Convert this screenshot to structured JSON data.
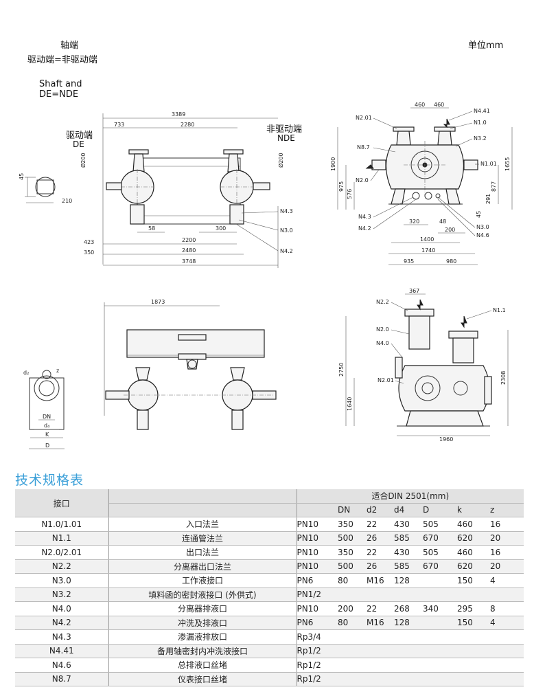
{
  "header": {
    "shaft_cn": "轴端",
    "shaft_eq_cn": "驱动端=非驱动端",
    "shaft_en_1": "Shaft and",
    "shaft_en_2": "DE=NDE",
    "unit": "单位mm"
  },
  "drawing_top_left": {
    "de_cn": "驱动端",
    "de_en": "DE",
    "nde_cn": "非驱动端",
    "nde_en": "NDE",
    "dims": {
      "d3389": "3389",
      "d733": "733",
      "d2280": "2280",
      "d200a": "Ø200",
      "d200b": "Ø200",
      "d45": "45",
      "d210": "210",
      "d58": "58",
      "d300": "300",
      "d423": "423",
      "d2200": "2200",
      "d350": "350",
      "d2480": "2480",
      "d3748": "3748"
    },
    "ports": {
      "n43": "N4.3",
      "n30": "N3.0",
      "n42": "N4.2"
    }
  },
  "drawing_top_right": {
    "dims": {
      "d460a": "460",
      "d460b": "460",
      "d1900": "1900",
      "d975": "975",
      "d576": "576",
      "d1655": "1655",
      "d877": "877",
      "d291": "291",
      "d45": "45",
      "d320": "320",
      "d48": "48",
      "d200": "200",
      "d1400": "1400",
      "d1740": "1740",
      "d935": "935",
      "d980": "980"
    },
    "ports": {
      "n201": "N2.01",
      "n87": "N8.7",
      "n20": "N2.0",
      "n43": "N4.3",
      "n42": "N4.2",
      "n441": "N4.41",
      "n10": "N1.0",
      "n32": "N3.2",
      "n101": "N1.01",
      "n30": "N3.0",
      "n46": "N4.6"
    }
  },
  "drawing_bottom_left": {
    "dims": {
      "d1873": "1873",
      "d2": "d₂",
      "z": "z",
      "dn": "DN",
      "d4": "d₄",
      "k": "K",
      "D": "D"
    }
  },
  "drawing_bottom_right": {
    "dims": {
      "d367": "367",
      "d2750": "2750",
      "d1640": "1640",
      "d2308": "2308",
      "d1960": "1960"
    },
    "ports": {
      "n22": "N2.2",
      "n20": "N2.0",
      "n40": "N4.0",
      "n201": "N2.01",
      "n11": "N1.1"
    }
  },
  "spec": {
    "title": "技术规格表",
    "col_port": "接口",
    "col_din": "适合DIN  2501(mm)",
    "sub_cols": [
      "DN",
      "d2",
      "d4",
      "D",
      "k",
      "z"
    ],
    "rows": [
      {
        "port": "N1.0/1.01",
        "name": "入口法兰",
        "pn": "PN10",
        "dn": "350",
        "d2": "22",
        "d4": "430",
        "D": "505",
        "k": "460",
        "z": "16"
      },
      {
        "port": "N1.1",
        "name": "连通管法兰",
        "pn": "PN10",
        "dn": "500",
        "d2": "26",
        "d4": "585",
        "D": "670",
        "k": "620",
        "z": "20"
      },
      {
        "port": "N2.0/2.01",
        "name": "出口法兰",
        "pn": "PN10",
        "dn": "350",
        "d2": "22",
        "d4": "430",
        "D": "505",
        "k": "460",
        "z": "16"
      },
      {
        "port": "N2.2",
        "name": "分离器出口法兰",
        "pn": "PN10",
        "dn": "500",
        "d2": "26",
        "d4": "585",
        "D": "670",
        "k": "620",
        "z": "20"
      },
      {
        "port": "N3.0",
        "name": "工作液接口",
        "pn": "PN6",
        "dn": "80",
        "d2": "M16",
        "d4": "128",
        "D": "",
        "k": "150",
        "z": "4"
      },
      {
        "port": "N3.2",
        "name": "填料函的密封液接口 (外供式)",
        "pn": "PN1/2",
        "dn": "",
        "d2": "",
        "d4": "",
        "D": "",
        "k": "",
        "z": ""
      },
      {
        "port": "N4.0",
        "name": "分离器排液口",
        "pn": "PN10",
        "dn": "200",
        "d2": "22",
        "d4": "268",
        "D": "340",
        "k": "295",
        "z": "8"
      },
      {
        "port": "N4.2",
        "name": "冲洗及排液口",
        "pn": "PN6",
        "dn": "80",
        "d2": "M16",
        "d4": "128",
        "D": "",
        "k": "150",
        "z": "4"
      },
      {
        "port": "N4.3",
        "name": "渗漏液排放口",
        "pn": "Rp3/4",
        "dn": "",
        "d2": "",
        "d4": "",
        "D": "",
        "k": "",
        "z": ""
      },
      {
        "port": "N4.41",
        "name": "备用轴密封内冲洗液接口",
        "pn": "Rp1/2",
        "dn": "",
        "d2": "",
        "d4": "",
        "D": "",
        "k": "",
        "z": ""
      },
      {
        "port": "N4.6",
        "name": "总排液口丝堵",
        "pn": "Rp1/2",
        "dn": "",
        "d2": "",
        "d4": "",
        "D": "",
        "k": "",
        "z": ""
      },
      {
        "port": "N8.7",
        "name": "仪表接口丝堵",
        "pn": "Rp1/2",
        "dn": "",
        "d2": "",
        "d4": "",
        "D": "",
        "k": "",
        "z": ""
      }
    ]
  }
}
